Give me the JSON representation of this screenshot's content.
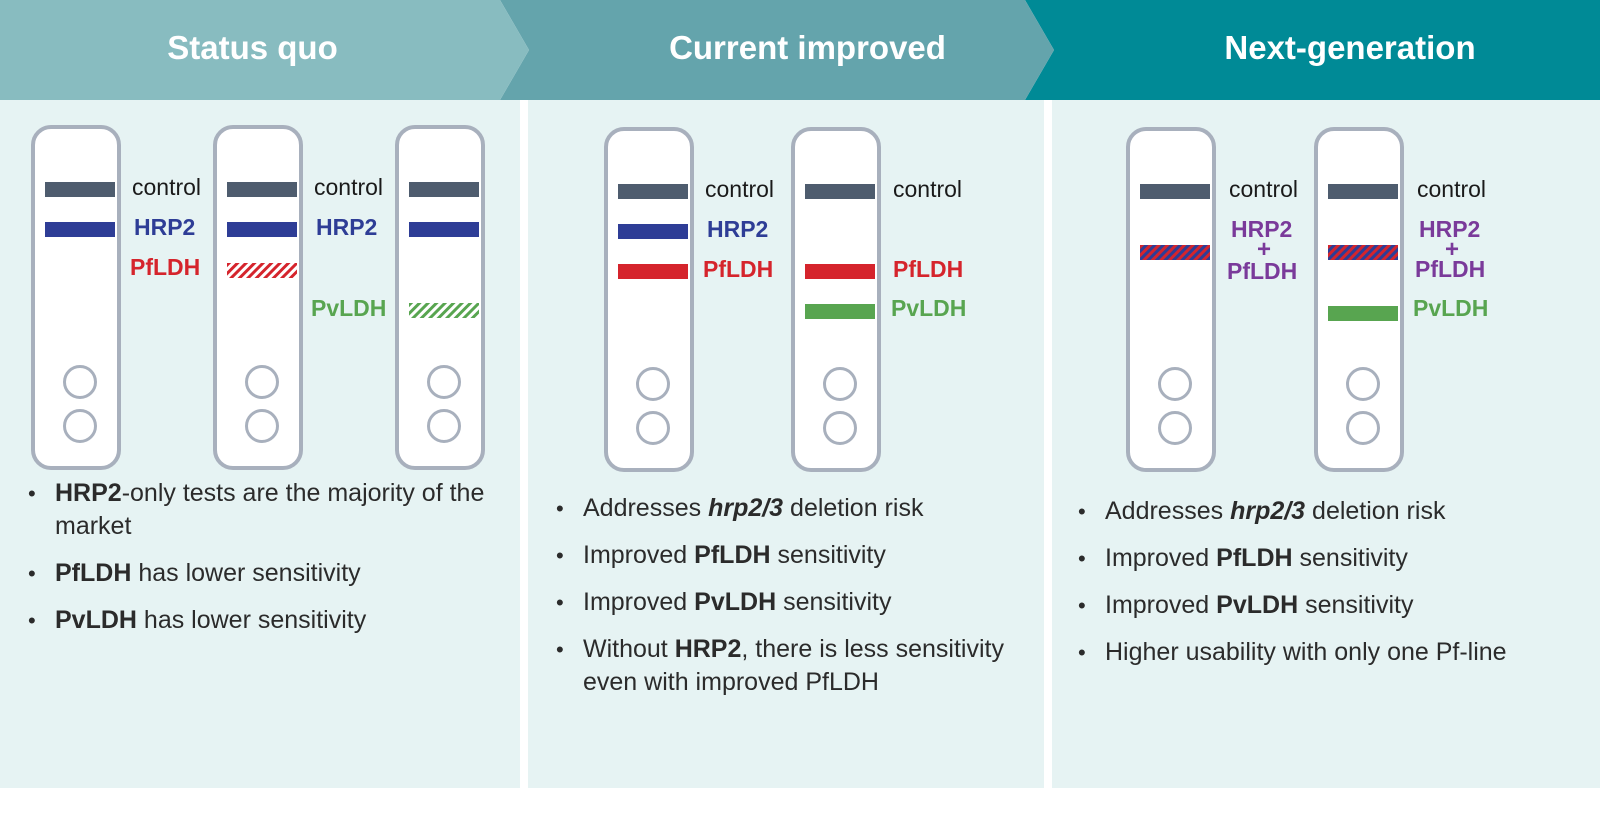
{
  "columns": [
    {
      "title": "Status quo",
      "strips": [
        {
          "label_control": "control",
          "label_hrp2": "HRP2",
          "label_pfldh": "PfLDH"
        },
        {
          "label_control": "control",
          "label_hrp2": "HRP2",
          "label_pvldh": "PvLDH"
        },
        {}
      ],
      "bullets": [
        {
          "bold": "HRP2",
          "rest": "-only tests are the majority of the market"
        },
        {
          "bold": "PfLDH",
          "rest": " has lower sensitivity"
        },
        {
          "bold": "PvLDH",
          "rest": " has lower sensitivity"
        }
      ]
    },
    {
      "title": "Current improved",
      "strips": [
        {
          "label_control": "control",
          "label_hrp2": "HRP2",
          "label_pfldh": "PfLDH"
        },
        {
          "label_control": "control",
          "label_pfldh": "PfLDH",
          "label_pvldh": "PvLDH"
        }
      ],
      "bullets": [
        {
          "pre": "Addresses ",
          "italic": "hrp2/3",
          "rest": " deletion risk"
        },
        {
          "pre": "Improved ",
          "bold": "PfLDH",
          "rest": " sensitivity"
        },
        {
          "pre": "Improved ",
          "bold": "PvLDH",
          "rest": " sensitivity"
        },
        {
          "pre": "Without ",
          "bold": "HRP2",
          "rest": ", there is less sensitivity even with improved PfLDH"
        }
      ]
    },
    {
      "title": "Next-generation",
      "strips": [
        {
          "label_control": "control",
          "label_hrp2": "HRP2",
          "label_plus": "+",
          "label_pfldh": "PfLDH"
        },
        {
          "label_control": "control",
          "label_hrp2": "HRP2",
          "label_plus": "+",
          "label_pfldh": "PfLDH",
          "label_pvldh": "PvLDH"
        }
      ],
      "bullets": [
        {
          "pre": "Addresses ",
          "italic": "hrp2/3",
          "rest": " deletion risk"
        },
        {
          "pre": "Improved ",
          "bold": "PfLDH",
          "rest": " sensitivity"
        },
        {
          "pre": "Improved ",
          "bold": "PvLDH",
          "rest": " sensitivity"
        },
        {
          "pre": "Higher usability with only one Pf-line"
        }
      ]
    }
  ],
  "colors": {
    "header_1": "#88bcc0",
    "header_2": "#64a4ac",
    "header_3": "#008a96",
    "panel_bg": "#e6f3f3",
    "strip_border": "#a8b0bd",
    "control_line": "#4e5c6e",
    "hrp2": "#2e3d96",
    "pfldh": "#d5242c",
    "pvldh": "#58a550",
    "combined": "#7a3a9a"
  }
}
